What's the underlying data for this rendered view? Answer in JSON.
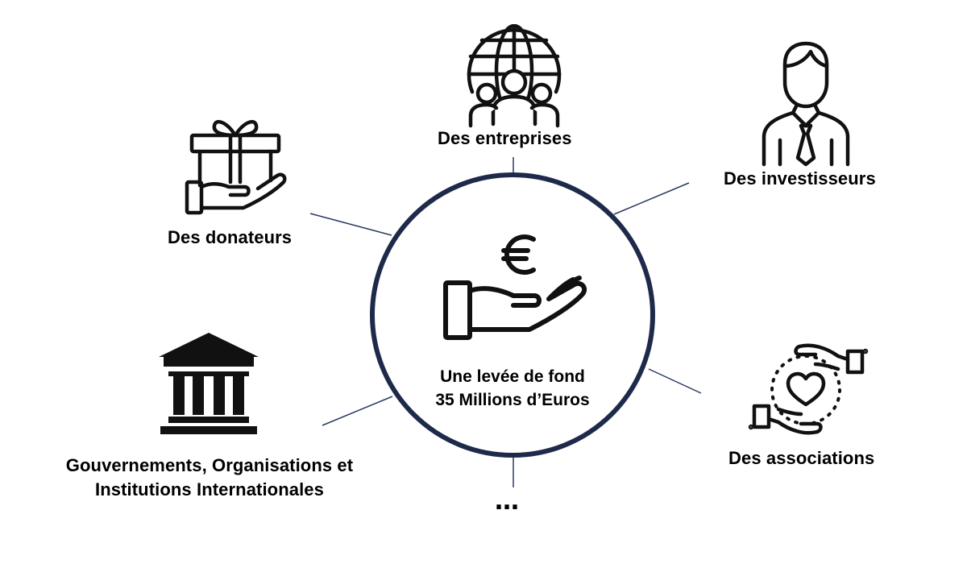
{
  "center": {
    "line1": "Une levée de fond",
    "line2": "35 Millions d’Euros",
    "icon": "euro-hand-icon"
  },
  "nodes": {
    "entreprises": {
      "label": "Des entreprises",
      "icon": "globe-people-icon"
    },
    "investisseurs": {
      "label": "Des investisseurs",
      "icon": "businessman-icon"
    },
    "donateurs": {
      "label": "Des donateurs",
      "icon": "gift-hand-icon"
    },
    "associations": {
      "label": "Des associations",
      "icon": "hands-heart-icon"
    },
    "gouvernements": {
      "line1": "Gouvernements, Organisations et",
      "line2": "Institutions Internationales",
      "icon": "institution-icon"
    },
    "more": {
      "label": "…"
    }
  },
  "colors": {
    "circle": "#1e2a4a",
    "connector": "#2a3a60",
    "icon": "#111111",
    "text": "#000000"
  }
}
